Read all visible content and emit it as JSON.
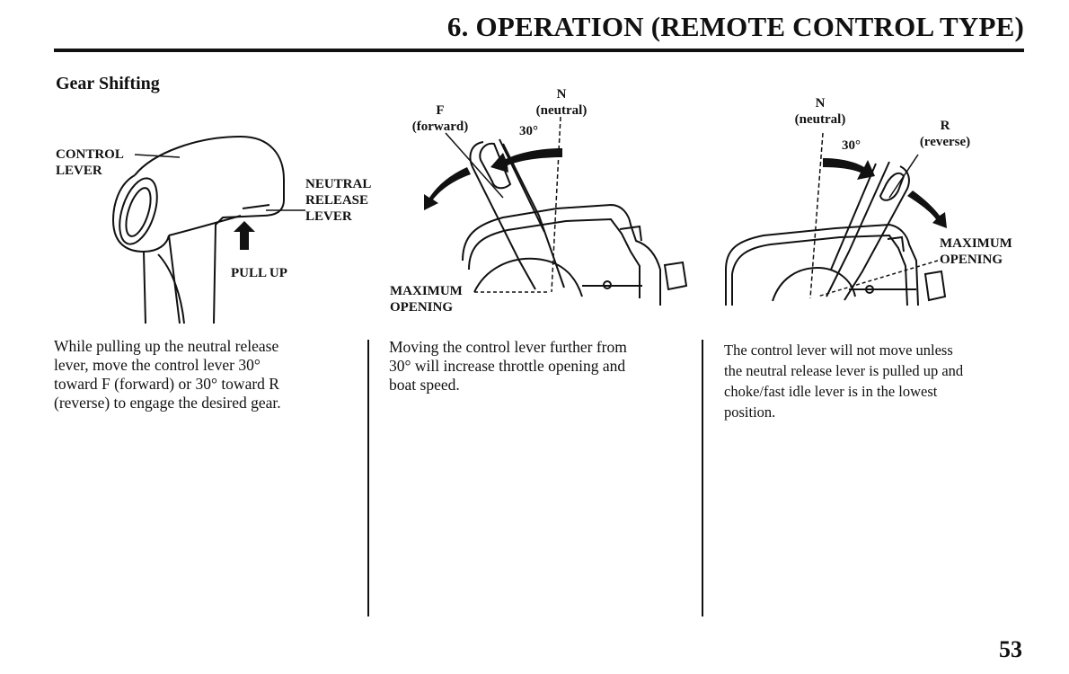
{
  "page": {
    "title": "6. OPERATION (REMOTE CONTROL TYPE)",
    "number": "53"
  },
  "section": {
    "heading": "Gear Shifting"
  },
  "figure1": {
    "control_lever": [
      "CONTROL",
      "LEVER"
    ],
    "neutral_release_lever": [
      "NEUTRAL",
      "RELEASE",
      "LEVER"
    ],
    "pull_up": "PULL UP"
  },
  "figure2": {
    "n_letter": "N",
    "n_text": "(neutral)",
    "f_letter": "F",
    "f_text": "(forward)",
    "angle": "30°",
    "max_opening": [
      "MAXIMUM",
      "OPENING"
    ]
  },
  "figure3": {
    "n_letter": "N",
    "n_text": "(neutral)",
    "r_letter": "R",
    "r_text": "(reverse)",
    "angle": "30°",
    "max_opening": [
      "MAXIMUM",
      "OPENING"
    ]
  },
  "columns": [
    {
      "lines": [
        "While pulling up the neutral release",
        "lever, move the control lever 30°",
        "toward F (forward) or 30° toward R",
        "(reverse) to engage the desired gear."
      ]
    },
    {
      "lines": [
        "Moving the control lever further from",
        "30° will increase throttle opening and",
        "boat speed."
      ]
    },
    {
      "lines": [
        "The control lever will not move unless",
        "the neutral release lever is pulled up and",
        "choke/fast idle lever is in the lowest",
        "position."
      ]
    }
  ]
}
